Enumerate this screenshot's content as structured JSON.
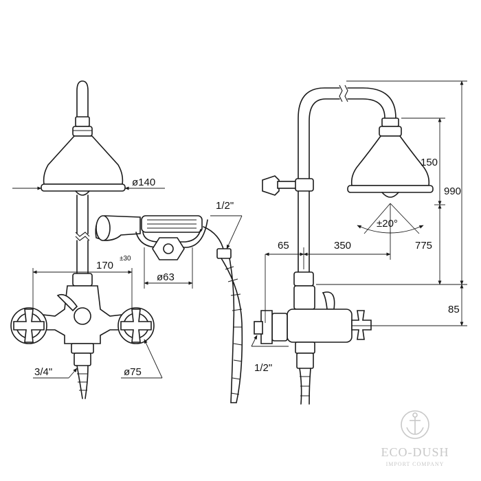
{
  "dimensions": {
    "head_diameter": "ø140",
    "hose_thread": "1/2\"",
    "spacing": "170",
    "spacing_tolerance": "±30",
    "holder_diameter": "ø63",
    "inlet_thread": "3/4\"",
    "flange_diameter": "ø75",
    "head_height": "150",
    "total_height": "990",
    "tilt_angle": "±20°",
    "head_to_valve": "775",
    "wall_offset": "65",
    "arm_reach": "350",
    "valve_height": "85",
    "wall_thread": "1/2\""
  },
  "watermark": {
    "brand": "ECO-DUSH",
    "tagline": "IMPORT COMPANY",
    "icon": "anchor-icon"
  },
  "colors": {
    "line": "#1a1a1a",
    "watermark": "#c8c8c8"
  }
}
